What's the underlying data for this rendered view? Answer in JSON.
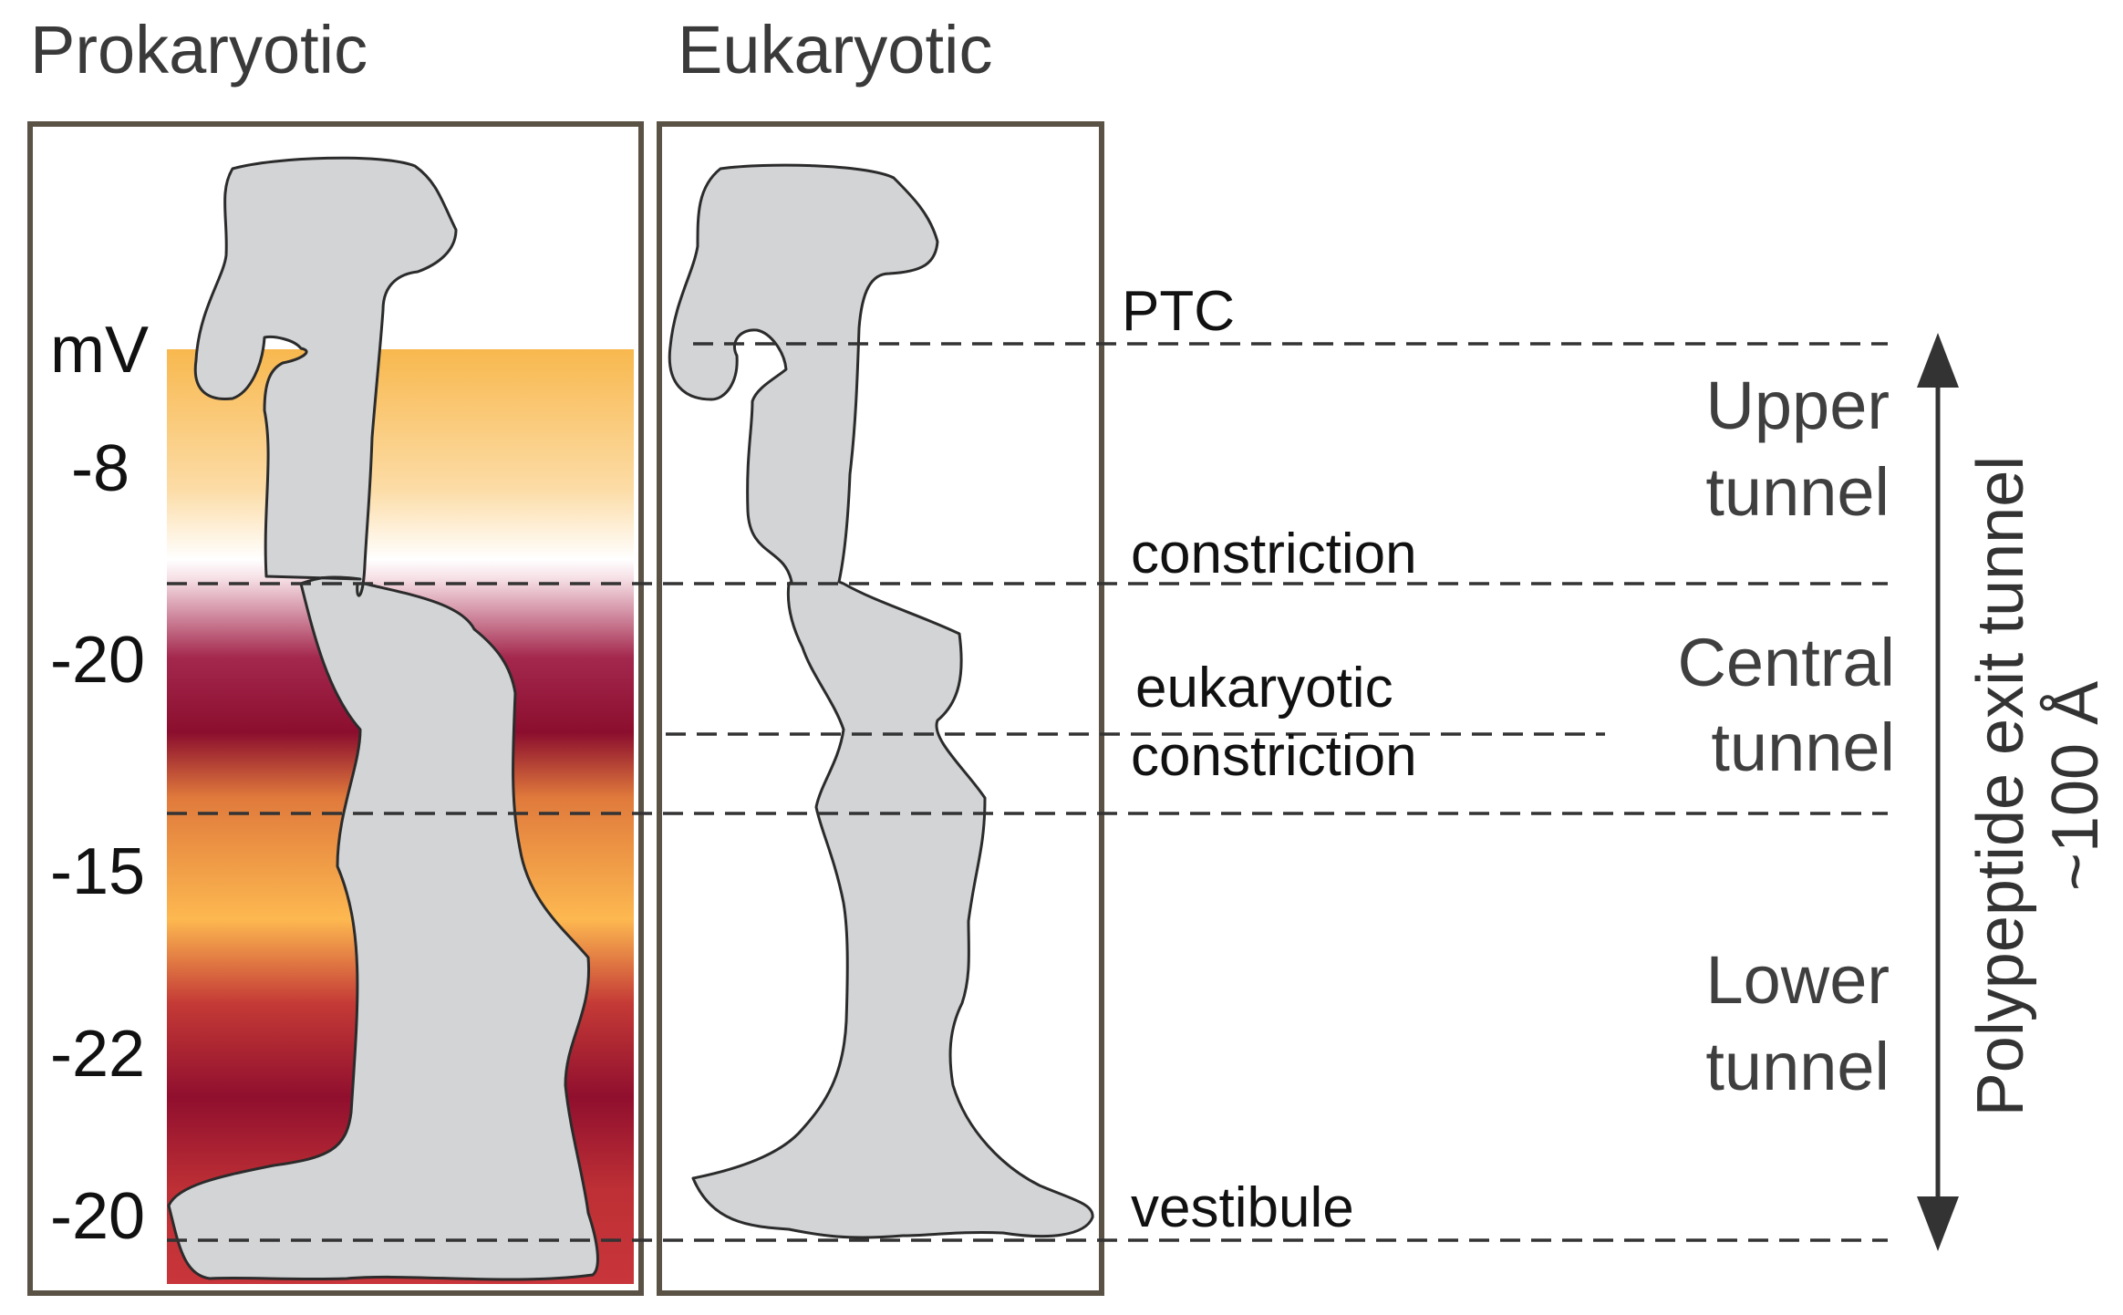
{
  "panels": {
    "prokaryotic_title": "Prokaryotic",
    "eukaryotic_title": "Eukaryotic"
  },
  "potential_scale": {
    "unit_label": "mV",
    "values": [
      "-8",
      "-20",
      "-15",
      "-22",
      "-20"
    ]
  },
  "landmarks": {
    "ptc": "PTC",
    "constriction": "constriction",
    "euk_constriction_line1": "eukaryotic",
    "euk_constriction_line2": "constriction",
    "vestibule": "vestibule"
  },
  "regions": {
    "upper_line1": "Upper",
    "upper_line2": "tunnel",
    "central_line1": "Central",
    "central_line2": "tunnel",
    "lower_line1": "Lower",
    "lower_line2": "tunnel"
  },
  "length_axis": {
    "line1": "Polypeptide exit tunnel",
    "line2": "~100 Å"
  },
  "colors": {
    "gradient_orange": "#f7b84f",
    "gradient_maroon": "#8b0e2e",
    "tunnel_fill": "#d2d4d6",
    "frame": "#5b5246"
  }
}
